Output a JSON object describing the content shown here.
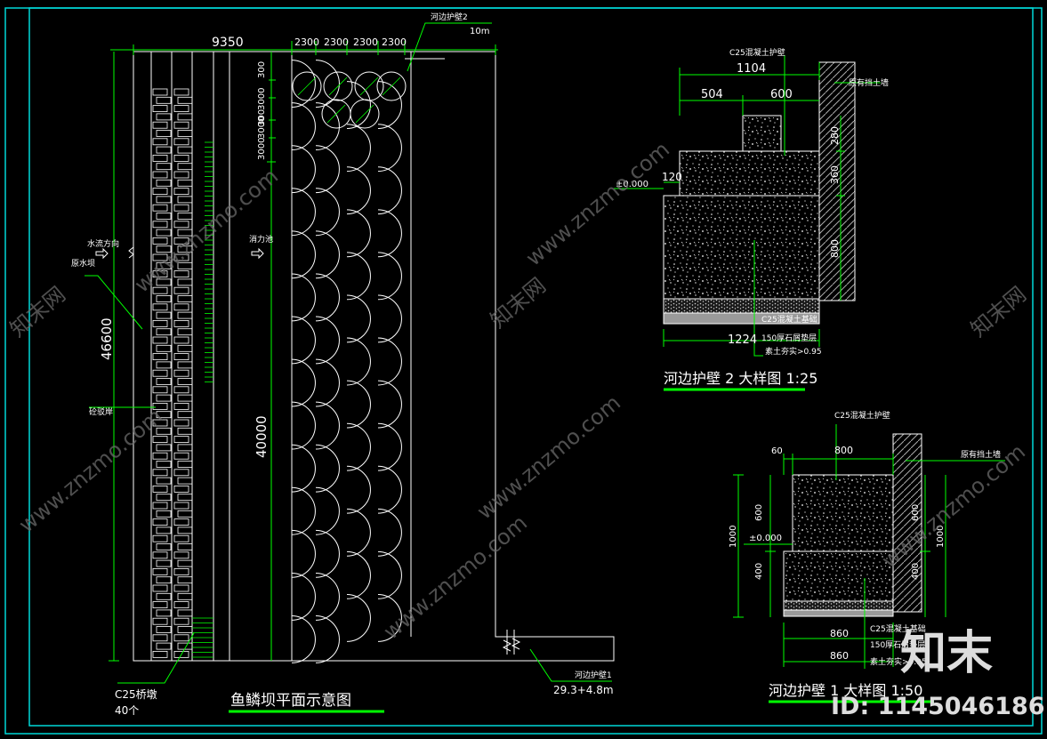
{
  "colors": {
    "background": "#000000",
    "frame": "#00d8d8",
    "lines": "#ffffff",
    "dimension": "#00ff00",
    "fill_gray": "#9a9a9a",
    "watermark": "#6a6a6a"
  },
  "plan": {
    "title": "鱼鳞坝平面示意图",
    "dim_top_total": "9350",
    "dim_top_segments": [
      "2300",
      "2300",
      "2300",
      "2300"
    ],
    "dim_side_segments": [
      "300",
      "3000",
      "300",
      "3000",
      "3000"
    ],
    "dim_left_total": "46600",
    "dim_mid_total": "40000",
    "label_flow_direction": "水流方向",
    "label_flow_left": "原水坝",
    "label_flow_mid": "消力池",
    "label_mid_note": "砼驳岸",
    "callout_wall2_name": "河边护壁2",
    "callout_wall2_length": "10m",
    "callout_wall1_name": "河边护壁1",
    "callout_wall1_length": "29.3+4.8m",
    "callout_piles_name": "C25桥墩",
    "callout_piles_count": "40个",
    "scale_rows": 14
  },
  "detail2": {
    "title": "河边护壁 2 大样图 1:25",
    "label_top": "C25混凝土护壁",
    "label_right": "原有挡土墙",
    "dim_total": "1104",
    "dim_left": "504",
    "dim_right": "600",
    "dim_step": "120",
    "elev": "±0.000",
    "dim_v1": "280",
    "dim_v2": "360",
    "dim_v3": "800",
    "dim_bottom": "1224",
    "layer1": "C25混凝土基础",
    "layer2": "150厚石屑垫层",
    "layer3": "素土夯实>0.95"
  },
  "detail1": {
    "title": "河边护壁 1 大样图 1:50",
    "label_top": "C25混凝土护壁",
    "label_right": "原有挡土墙",
    "dim_left_small": "60",
    "dim_width": "800",
    "elev": "±0.000",
    "dim_total_left": "1000",
    "dim_total_right": "1000",
    "dim_v_upper": "600",
    "dim_v_lower": "400",
    "dim_b1": "860",
    "dim_b2": "860",
    "layer1": "C25混凝土基础",
    "layer2": "150厚石屑垫层",
    "layer3": "素土夯实>0.95"
  },
  "watermark": {
    "brand_cn": "知末",
    "id": "ID: 1145046186",
    "site": "www.znzmo.com",
    "site_cn": "知末网"
  }
}
